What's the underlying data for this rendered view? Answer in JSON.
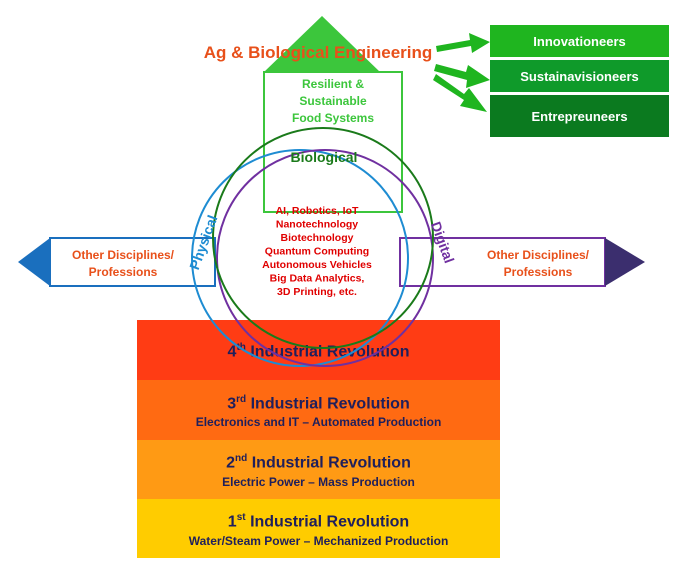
{
  "title": "Ag & Biological Engineering",
  "house_label": "Resilient & Sustainable Food Systems",
  "outcomes": [
    "Innovationeers",
    "Sustainavisioneers",
    "Entrepreuneers"
  ],
  "circles": {
    "biological": "Biological",
    "physical": "Physical",
    "digital": "Digital"
  },
  "technologies": [
    "AI, Robotics, IoT",
    "Nanotechnology",
    "Biotechnology",
    "Quantum Computing",
    "Autonomous Vehicles",
    "Big Data Analytics,",
    "3D Printing, etc."
  ],
  "left_arrow": "Other Disciplines/ Professions",
  "right_arrow": "Other Disciplines/ Professions",
  "revolutions": [
    {
      "num": "4",
      "ord": "th",
      "title": "Industrial Revolution",
      "subtitle": "",
      "color": "#ff3c14"
    },
    {
      "num": "3",
      "ord": "rd",
      "title": "Industrial Revolution",
      "subtitle": "Electronics  and IT – Automated Production",
      "color": "#ff6a12"
    },
    {
      "num": "2",
      "ord": "nd",
      "title": "Industrial Revolution",
      "subtitle": "Electric Power – Mass Production",
      "color": "#ff9a14"
    },
    {
      "num": "1",
      "ord": "st",
      "title": "Industrial Revolution",
      "subtitle": "Water/Steam Power – Mechanized Production",
      "color": "#ffcc00"
    }
  ],
  "colors": {
    "title": "#e8501a",
    "house": "#3cc63c",
    "biological": "#1a7a1a",
    "physical": "#1e8cd2",
    "digital": "#7030a0",
    "tech_text": "#e00000",
    "outcome_1": "#1fb51f",
    "outcome_2": "#0f9a2a",
    "outcome_3": "#0b7a1f",
    "left_arrow": "#1a6fbe",
    "right_arrow": "#3b2e6e"
  }
}
